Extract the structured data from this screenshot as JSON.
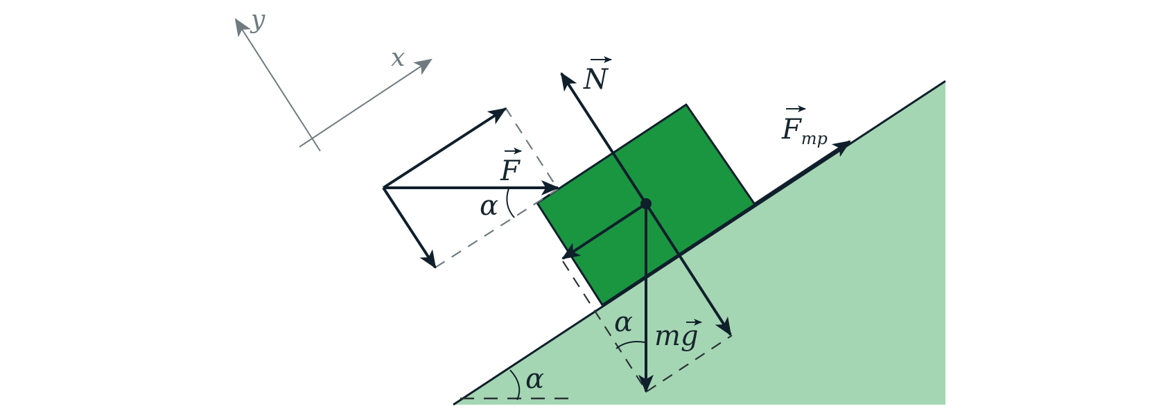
{
  "diagram": {
    "labels": {
      "y_axis": "y",
      "x_axis": "x",
      "normal": "N",
      "force": "F",
      "friction": "F",
      "friction_sub": "mp",
      "gravity_m": "m",
      "gravity_g": "g",
      "alpha_force": "α",
      "alpha_gravity": "α",
      "alpha_incline": "α"
    },
    "colors": {
      "incline_fill": "#a5d6b3",
      "block_fill": "#1a9641",
      "stroke": "#0f1f2b",
      "axis": "#6f7b80",
      "dash": "#2b3338"
    }
  }
}
